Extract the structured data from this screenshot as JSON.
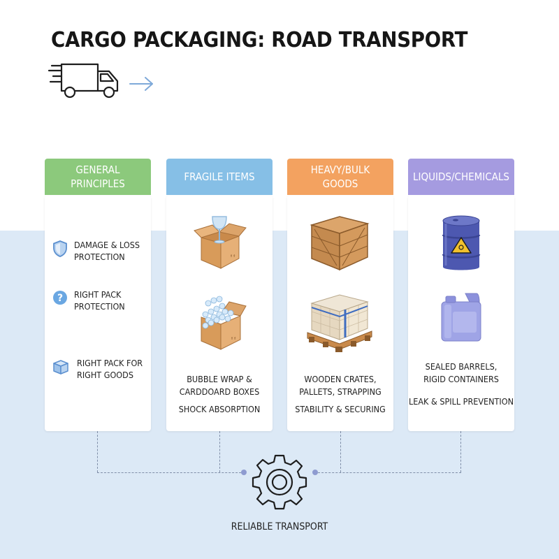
{
  "title": "CARGO PACKAGING: ROAD TRANSPORT",
  "colors": {
    "general": "#8cc97c",
    "fragile": "#86bfe6",
    "heavy": "#f3a260",
    "liquids": "#a59be0",
    "band": "#dce9f6"
  },
  "columns": {
    "general": {
      "header": [
        "GENERAL",
        "PRINCIPLES"
      ],
      "items": [
        {
          "icon": "shield-icon",
          "lines": [
            "DAMAGE & LOSS",
            "PROTECTION"
          ]
        },
        {
          "icon": "question-icon",
          "lines": [
            "RIGHT PACK",
            "PROTECTION"
          ]
        },
        {
          "icon": "box-icon",
          "lines": [
            "RIGHT PACK FOR",
            "RIGHT GOODS"
          ]
        }
      ]
    },
    "fragile": {
      "header": [
        "FRAGILE ITEMS"
      ],
      "icons": [
        "glass-box-icon",
        "bubble-wrap-box-icon"
      ],
      "desc": [
        "BUBBLE WRAP &",
        "CARDDOARD BOXES"
      ],
      "benefit": "SHOCK ABSORPTION"
    },
    "heavy": {
      "header": [
        "HEAVY/BULK",
        "GOODS"
      ],
      "icons": [
        "wooden-crate-icon",
        "pallet-icon"
      ],
      "desc": [
        "WOODEN CRATES,",
        "PALLETS, STRAPPING"
      ],
      "benefit": "STABILITY & SECURING"
    },
    "liquids": {
      "header": [
        "LIQUIDS/CHEMICALS"
      ],
      "icons": [
        "hazard-barrel-icon",
        "jerrycan-icon"
      ],
      "desc": [
        "SEALED BARRELS,",
        "RIGID CONTAINERS"
      ],
      "benefit": "LEAK & SPILL PREVENTION"
    }
  },
  "footer": "RELIABLE TRANSPORT"
}
